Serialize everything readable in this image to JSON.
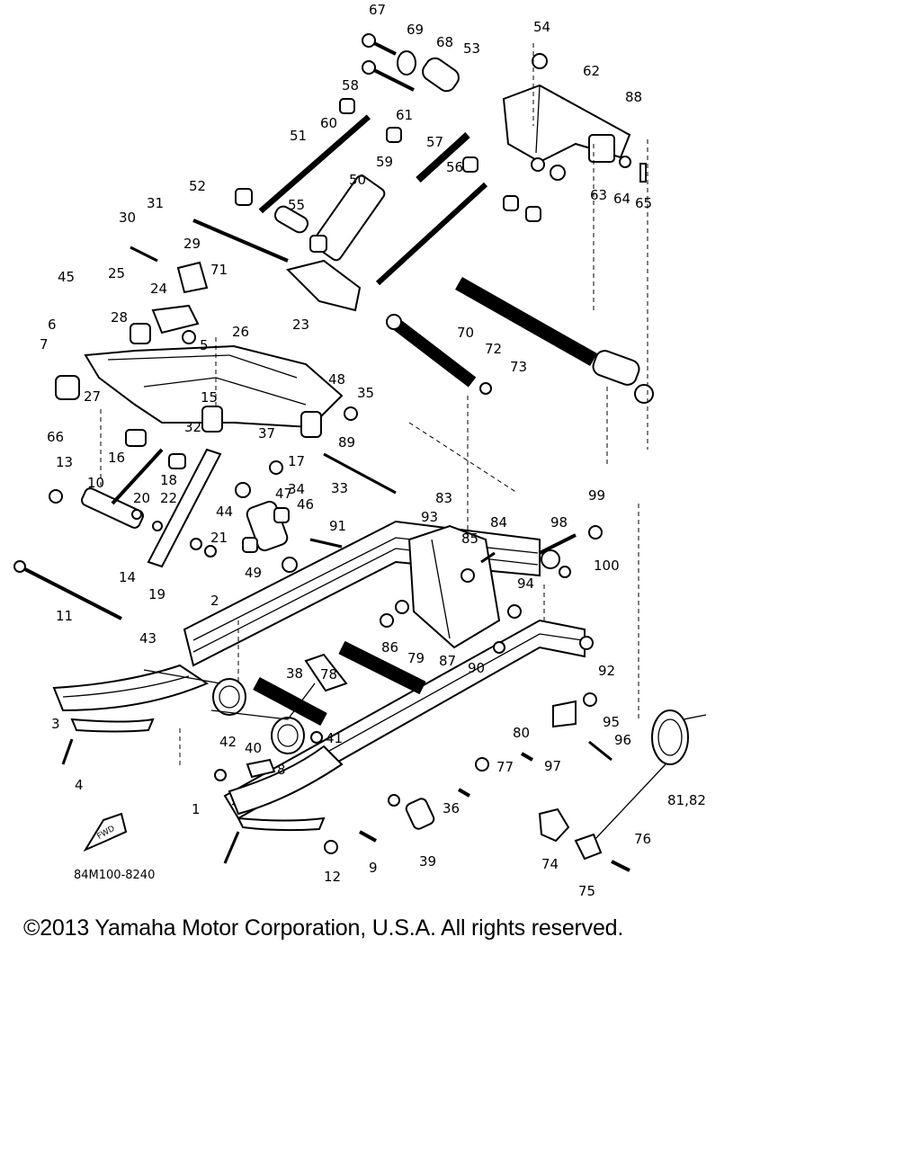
{
  "diagram": {
    "code": "84M100-8240",
    "fwd_label": "FWD",
    "callouts": [
      "67",
      "69",
      "68",
      "53",
      "54",
      "62",
      "88",
      "58",
      "61",
      "60",
      "57",
      "51",
      "59",
      "56",
      "50",
      "63",
      "64",
      "65",
      "52",
      "55",
      "31",
      "30",
      "29",
      "71",
      "45",
      "25",
      "24",
      "28",
      "6",
      "7",
      "5",
      "26",
      "23",
      "70",
      "72",
      "73",
      "66",
      "27",
      "15",
      "48",
      "35",
      "37",
      "32",
      "16",
      "18",
      "17",
      "34",
      "33",
      "89",
      "13",
      "10",
      "20",
      "22",
      "47",
      "46",
      "44",
      "49",
      "91",
      "83",
      "93",
      "85",
      "84",
      "99",
      "98",
      "100",
      "94",
      "14",
      "21",
      "19",
      "11",
      "2",
      "86",
      "87",
      "90",
      "43",
      "38",
      "79",
      "78",
      "92",
      "80",
      "95",
      "96",
      "97",
      "3",
      "42",
      "40",
      "41",
      "8",
      "77",
      "81,82",
      "1",
      "36",
      "39",
      "9",
      "12",
      "4",
      "74",
      "76",
      "75"
    ]
  },
  "footer": {
    "copyright": "©2013 Yamaha Motor Corporation, U.S.A. All rights reserved."
  }
}
